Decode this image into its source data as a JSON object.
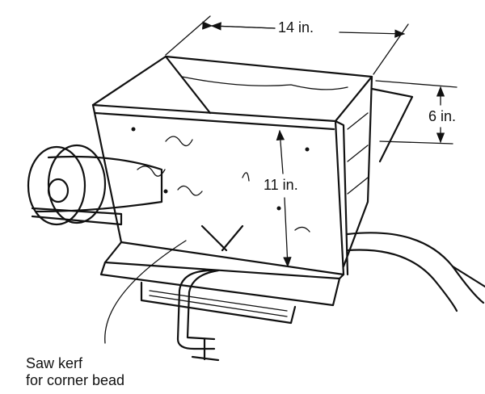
{
  "illustration": {
    "dimensions": {
      "width_label": "14 in.",
      "depth_label": "6 in.",
      "height_label": "11 in."
    },
    "callout": {
      "line1": "Saw kerf",
      "line2": "for corner bead"
    }
  }
}
